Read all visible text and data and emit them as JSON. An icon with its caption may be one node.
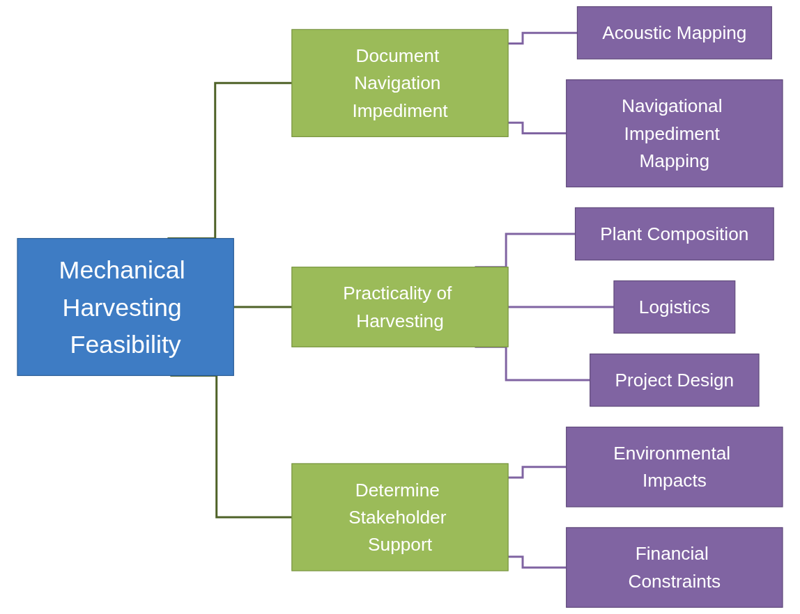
{
  "diagram": {
    "nodes": [
      {
        "text": [
          "Mechanical Harvesting Feasibility"
        ]
      },
      {
        "text": [
          "Document Navigation Impediment"
        ]
      },
      {
        "text": [
          "Acoustic Mapping"
        ]
      },
      {
        "text": [
          "Navigational Impediment Mapping"
        ]
      },
      {
        "text": [
          "Practicality of Harvesting"
        ]
      },
      {
        "text": [
          "Plant Composition"
        ]
      },
      {
        "text": [
          "Logistics"
        ]
      },
      {
        "text": [
          "Project Design"
        ]
      },
      {
        "text": [
          "Determine Stakeholder Support"
        ]
      },
      {
        "text": [
          "Environmental Impacts"
        ]
      },
      {
        "text": [
          "Financial Constraints"
        ]
      }
    ],
    "edges": [
      {
        "from": 0,
        "to": 1,
        "arrow": "none",
        "color": "#4f6228"
      },
      {
        "from": 0,
        "to": 4,
        "arrow": "none",
        "color": "#4f6228"
      },
      {
        "from": 0,
        "to": 8,
        "arrow": "none",
        "color": "#4f6228"
      },
      {
        "from": 1,
        "to": 2,
        "arrow": "none"
      },
      {
        "from": 1,
        "to": 3,
        "arrow": "none"
      },
      {
        "from": 4,
        "to": 5,
        "arrow": "none"
      },
      {
        "from": 4,
        "to": 6,
        "arrow": "none"
      },
      {
        "from": 4,
        "to": 7,
        "arrow": "none"
      },
      {
        "from": 8,
        "to": 9,
        "arrow": "none"
      },
      {
        "from": 8,
        "to": 10,
        "arrow": "none"
      }
    ]
  }
}
